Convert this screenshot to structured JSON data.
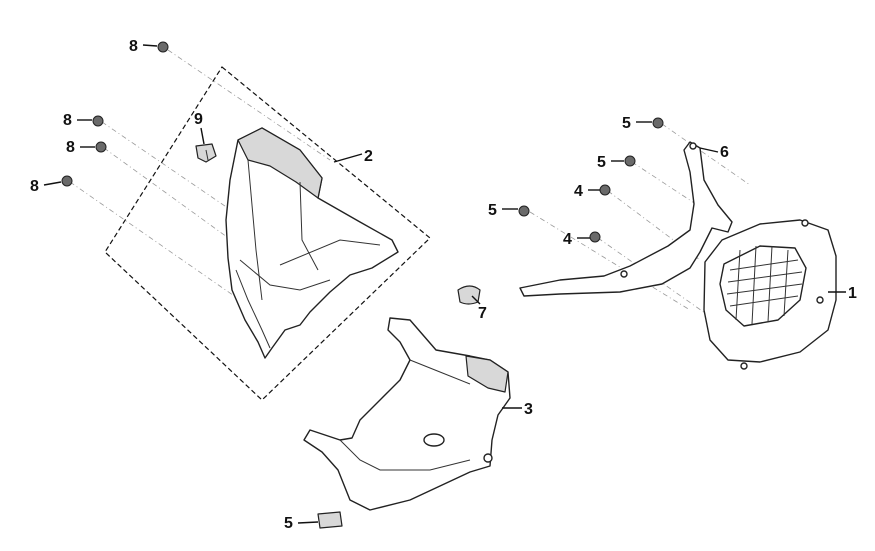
{
  "callouts": [
    {
      "id": "c1",
      "label": "1"
    },
    {
      "id": "c2",
      "label": "2"
    },
    {
      "id": "c3",
      "label": "3"
    },
    {
      "id": "c4a",
      "label": "4"
    },
    {
      "id": "c4b",
      "label": "4"
    },
    {
      "id": "c5a",
      "label": "5"
    },
    {
      "id": "c5b",
      "label": "5"
    },
    {
      "id": "c5c",
      "label": "5"
    },
    {
      "id": "c5d",
      "label": "5"
    },
    {
      "id": "c6",
      "label": "6"
    },
    {
      "id": "c7",
      "label": "7"
    },
    {
      "id": "c8a",
      "label": "8"
    },
    {
      "id": "c8b",
      "label": "8"
    },
    {
      "id": "c8c",
      "label": "8"
    },
    {
      "id": "c8d",
      "label": "8"
    },
    {
      "id": "c9",
      "label": "9"
    }
  ]
}
